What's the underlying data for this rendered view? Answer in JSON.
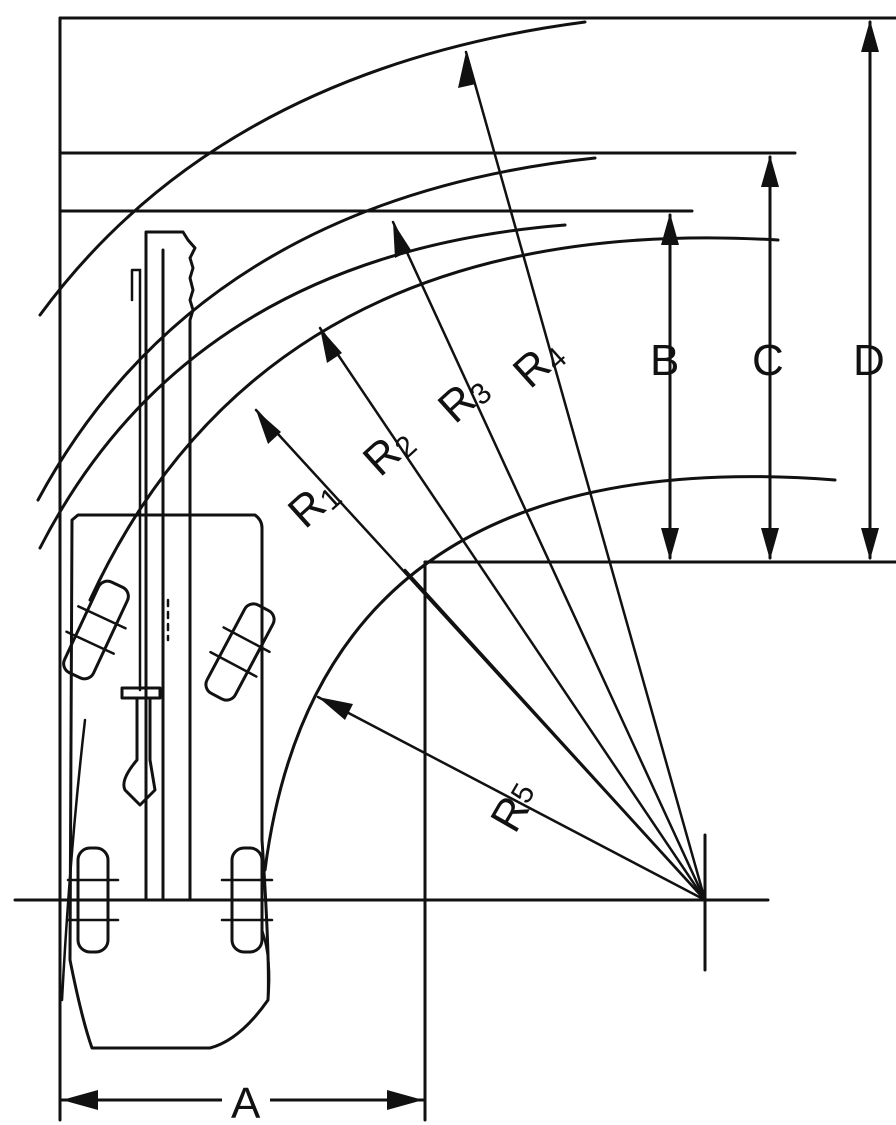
{
  "diagram": {
    "dimensions": {
      "a": "A",
      "b": "B",
      "c": "C",
      "d": "D"
    },
    "radii": [
      {
        "base": "R",
        "sub": "1"
      },
      {
        "base": "R",
        "sub": "2"
      },
      {
        "base": "R",
        "sub": "3"
      },
      {
        "base": "R",
        "sub": "4"
      },
      {
        "base": "R",
        "sub": "5"
      }
    ]
  }
}
